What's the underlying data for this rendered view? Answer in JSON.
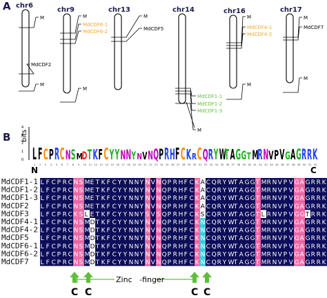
{
  "panels": {
    "a": "A",
    "b": "B"
  },
  "colors": {
    "gene_default": "#000000",
    "gene_orange": "#f5a623",
    "gene_green": "#5fbf3a",
    "aln_bg": "#0d0d5a",
    "aln_pink": "#f06ca8",
    "aln_cyan": "#3fd0e0",
    "aln_white": "#ffffff",
    "arrow": "#5fbf3a"
  },
  "chromosomes": [
    {
      "name": "chr6",
      "markers": [
        {
          "label": "M"
        },
        {
          "label": "MdCDF2",
          "color": "default"
        },
        {
          "label": "M"
        }
      ]
    },
    {
      "name": "chr9",
      "markers": [
        {
          "label": "M"
        },
        {
          "label": "MdCDF6-1",
          "color": "orange"
        },
        {
          "label": "MdCDF6-2",
          "color": "orange"
        },
        {
          "label": "M"
        }
      ]
    },
    {
      "name": "chr13",
      "markers": [
        {
          "label": "M"
        },
        {
          "label": "MdCDF5",
          "color": "default"
        }
      ]
    },
    {
      "name": "chr14",
      "markers": [
        {
          "label": "MdCDF1-1",
          "color": "green"
        },
        {
          "label": "MdCDF1-2",
          "color": "green"
        },
        {
          "label": "MdCDF1-3",
          "color": "green"
        },
        {
          "label": "M"
        }
      ]
    },
    {
      "name": "chr16",
      "markers": [
        {
          "label": "M"
        },
        {
          "label": "MdCDF4-1",
          "color": "orange"
        },
        {
          "label": "MdCDF4-2",
          "color": "orange"
        },
        {
          "label": "M"
        }
      ]
    },
    {
      "name": "chr17",
      "markers": [
        {
          "label": "M"
        },
        {
          "label": "MdCDF7",
          "color": "default"
        },
        {
          "label": "M"
        }
      ]
    }
  ],
  "logo": {
    "ylabel": "bits",
    "ticks": [
      "0",
      "1",
      "2",
      "3",
      "4"
    ],
    "sequence": "LFCPRCNSMDTKFCYYNNYNVNQPRHFCKRCQRYWTAGGTMRNVPVGAGRRK",
    "end_left": "N",
    "end_right": "C"
  },
  "alignment": {
    "sequences": [
      {
        "name": "MdCDF1-1",
        "seq": "LFCPRCNSMETKFCYYNNYNVNQPRHFCKACQRYWTAGGTMRNVPVGAGRRK"
      },
      {
        "name": "MdCDF1-2",
        "seq": "LFCPRCNSMETKFCYYNNYNVNQPRHFCKACQRYWTAGGTMRNVPVGAGRRK"
      },
      {
        "name": "MdCDF1-3",
        "seq": "LFCPRCNSMETKFCYYNNYNVNQPRHFCKACQRYWTAGGTMRNVPVGAGRRK"
      },
      {
        "name": "MdCDF2",
        "seq": "LFCPRCNSMETKFCYYNNYNVNQPRHFCKACQRYWTAGGTMRNVPVGAGRRK"
      },
      {
        "name": "MdCDF3",
        "seq": "LFCPRCKSLETKFCYYNNYSVSQPRHFCKSCQRYWTAGGTLRNVPVGGTRRK"
      },
      {
        "name": "MdCDF4-1",
        "seq": "LFCPRCNSMDTKFCYYNNYNVNQPRHFCKNCQRYWTAGGTMRNVPVGAGRRK"
      },
      {
        "name": "MdCDF4-2",
        "seq": "LFCPRCNSMDTKFCYYNNYNVNQPRHFCKNCQRYWTAGGTMRNVPVGAGRRK"
      },
      {
        "name": "MdCDF5",
        "seq": "LFCPRCNSMDTKFCYYNNYNVNQPRHFCKNCQRYWTAGGTMRNVPVGAGRRK"
      },
      {
        "name": "MdCDF6-1",
        "seq": "LFCPRCNSMDTKFCYYNNYNVNQPRHFCKNCQRYWTAGGTMRNVPVGAGRRK"
      },
      {
        "name": "MdCDF6-2",
        "seq": "LFCPRCNSMDTKFCYYNNYNVNQPRHFCKNCQRYWTAGGTMRNVPVGAGRRK"
      },
      {
        "name": "MdCDF7",
        "seq": "LFCPRCNSMDTKFCYYNNYNVNQPRHFCKNCQRYWTAGGTMRNVPVGAGRRK"
      }
    ]
  },
  "annotation": {
    "label": "Zinc   -finger",
    "c1": "C",
    "c2": "C",
    "c3": "C",
    "c4": "C"
  }
}
